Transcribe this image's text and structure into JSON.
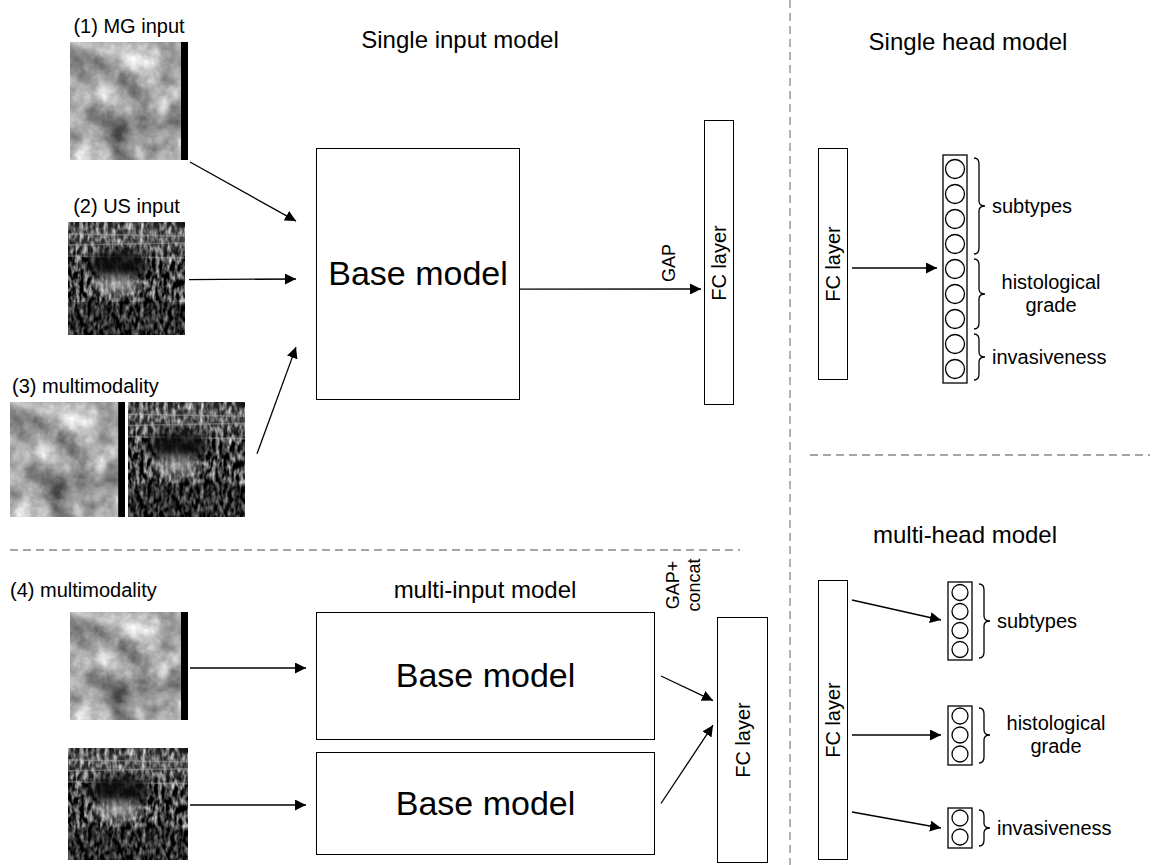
{
  "diagram": {
    "nodes": [
      {
        "text": [
          "(1) MG input"
        ]
      },
      {
        "text": [
          "(2) US input"
        ]
      },
      {
        "text": [
          "(3) multimodality"
        ]
      },
      {
        "text": [
          "Base model"
        ]
      },
      {
        "text": [
          "FC layer"
        ]
      },
      {
        "text": [
          "Base model"
        ]
      },
      {
        "text": [
          "Base model"
        ]
      },
      {
        "text": [
          "FC layer"
        ]
      },
      {
        "text": [
          "FC layer"
        ]
      },
      {
        "text": [
          "FC layer"
        ]
      }
    ],
    "edges": [
      {
        "from": 0,
        "to": 3,
        "arrow": "to"
      },
      {
        "from": 1,
        "to": 3,
        "arrow": "to"
      },
      {
        "from": 2,
        "to": 3,
        "arrow": "to"
      },
      {
        "from": 3,
        "to": 4,
        "label": "GAP",
        "arrow": "to"
      },
      {
        "from": 5,
        "to": 7,
        "arrow": "to"
      },
      {
        "from": 6,
        "to": 7,
        "arrow": "to"
      }
    ],
    "labels": [
      "Single input model",
      "Single head model",
      "subtypes",
      "histological grade",
      "invasiveness",
      "(4) multimodality",
      "multi-input model",
      "GAP+ concat",
      "multi-head model",
      "subtypes",
      "histological grade",
      "invasiveness"
    ]
  }
}
